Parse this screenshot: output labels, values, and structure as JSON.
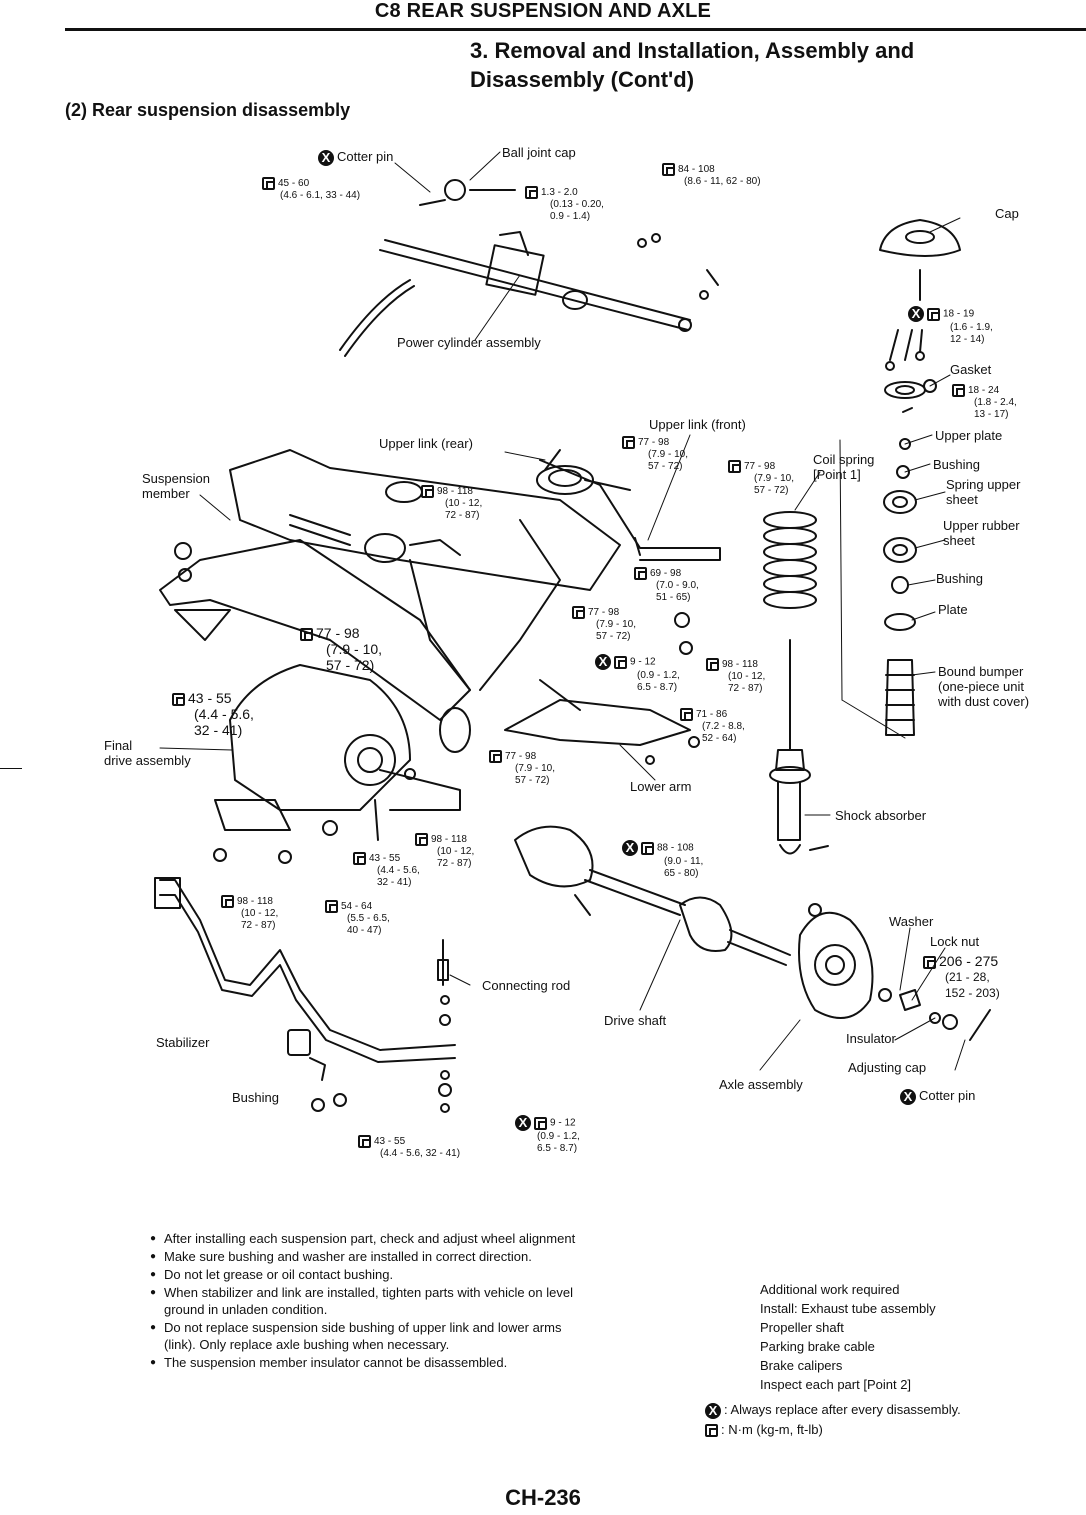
{
  "header": {
    "title": "C8 REAR SUSPENSION AND AXLE",
    "subtitle_line1": "3. Removal and Installation, Assembly and",
    "subtitle_line2": "Disassembly (Cont'd)",
    "section": "(2) Rear suspension disassembly"
  },
  "labels": {
    "cotter_pin_top": "Cotter pin",
    "ball_joint_cap": "Ball joint cap",
    "power_cylinder": "Power cylinder assembly",
    "cap": "Cap",
    "gasket": "Gasket",
    "upper_plate": "Upper plate",
    "bushing_upper": "Bushing",
    "spring_upper_seat_1": "Spring upper",
    "spring_upper_seat_2": "sheet",
    "upper_rubber_seat_1": "Upper rubber",
    "upper_rubber_seat_2": "sheet",
    "bushing_mid": "Bushing",
    "plate": "Plate",
    "bound_bumper_1": "Bound bumper",
    "bound_bumper_2": "(one-piece unit",
    "bound_bumper_3": "with dust cover)",
    "upper_link_front": "Upper link (front)",
    "upper_link_rear": "Upper link (rear)",
    "coil_spring_1": "Coil spring",
    "coil_spring_2": "[Point 1]",
    "suspension_member_1": "Suspension",
    "suspension_member_2": "member",
    "final_drive_1": "Final",
    "final_drive_2": "drive assembly",
    "lower_arm": "Lower arm",
    "shock_absorber": "Shock absorber",
    "washer": "Washer",
    "lock_nut": "Lock nut",
    "connecting_rod": "Connecting rod",
    "drive_shaft": "Drive shaft",
    "stabilizer": "Stabilizer",
    "bushing_low": "Bushing",
    "insulator": "Insulator",
    "adjusting_cap": "Adjusting cap",
    "axle_assembly": "Axle assembly",
    "cotter_pin_bottom": "Cotter pin"
  },
  "torques": {
    "t01": [
      "45 - 60",
      "(4.6 - 6.1, 33 - 44)"
    ],
    "t02": [
      "1.3 - 2.0",
      "(0.13 - 0.20,",
      "0.9 - 1.4)"
    ],
    "t03": [
      "84 - 108",
      "(8.6 - 11, 62 - 80)"
    ],
    "t04": [
      "18 - 19",
      "(1.6 - 1.9,",
      "12 - 14)"
    ],
    "t05": [
      "18 - 24",
      "(1.8 - 2.4,",
      "13 - 17)"
    ],
    "t06": [
      "77 - 98",
      "(7.9 - 10,",
      "57 - 72)"
    ],
    "t07": [
      "77 - 98",
      "(7.9 - 10,",
      "57 - 72)"
    ],
    "t08": [
      "98 - 118",
      "(10 - 12,",
      "72 - 87)"
    ],
    "t09": [
      "69 - 98",
      "(7.0 - 9.0,",
      "51 - 65)"
    ],
    "t10": [
      "77 - 98",
      "(7.9 - 10,",
      "57 - 72)"
    ],
    "t11": [
      "77 - 98",
      "(7.9 - 10,",
      "57 - 72)"
    ],
    "t12": [
      "43 - 55",
      "(4.4 - 5.6,",
      "32 - 41)"
    ],
    "t13": [
      "9 - 12",
      "(0.9 - 1.2,",
      "6.5 - 8.7)"
    ],
    "t14": [
      "98 - 118",
      "(10 - 12,",
      "72 - 87)"
    ],
    "t15": [
      "71 - 86",
      "(7.2 - 8.8,",
      "52 - 64)"
    ],
    "t16": [
      "77 - 98",
      "(7.9 - 10,",
      "57 - 72)"
    ],
    "t17": [
      "98 - 118",
      "(10 - 12,",
      "72 - 87)"
    ],
    "t18": [
      "43 - 55",
      "(4.4 - 5.6,",
      "32 - 41)"
    ],
    "t19": [
      "88 - 108",
      "(9.0 - 11,",
      "65 - 80)"
    ],
    "t20": [
      "98 - 118",
      "(10 - 12,",
      "72 - 87)"
    ],
    "t21": [
      "54 - 64",
      "(5.5 - 6.5,",
      "40 - 47)"
    ],
    "t22": [
      "206 - 275",
      "(21 - 28,",
      "152 - 203)"
    ],
    "t23": [
      "9 - 12",
      "(0.9 - 1.2,",
      "6.5 - 8.7)"
    ],
    "t24": [
      "43 - 55",
      "(4.4 - 5.6, 32 - 41)"
    ]
  },
  "notes": [
    "After installing each suspension part, check and adjust wheel alignment",
    "Make sure bushing and washer are installed in correct direction.",
    "Do not let grease or oil contact bushing.",
    "When stabilizer and link are installed, tighten parts with vehicle on level ground in unladen condition.",
    "Do not replace suspension side bushing of upper link and lower arms (link). Only replace axle bushing when necessary.",
    "The suspension member insulator cannot be disassembled."
  ],
  "additional_work": {
    "heading": "Additional work required",
    "lines": [
      "Install: Exhaust tube assembly",
      "Propeller shaft",
      "Parking brake cable",
      "Brake calipers",
      "Inspect each part [Point 2]"
    ]
  },
  "legend": {
    "replace_symbol": "X",
    "replace_text": ": Always replace after every disassembly.",
    "torque_text": ": N·m (kg-m, ft-lb)"
  },
  "page_number": "CH-236"
}
